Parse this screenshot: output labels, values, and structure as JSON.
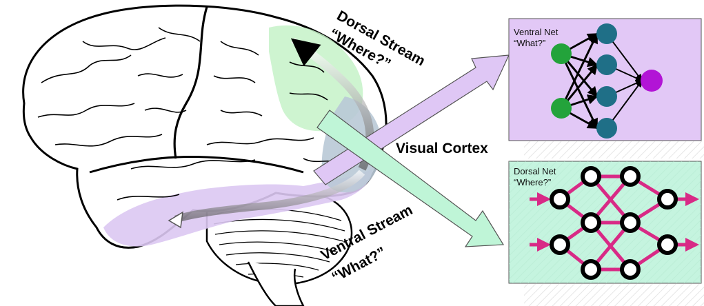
{
  "labels": {
    "dorsal_stream_title": "Dorsal Stream",
    "dorsal_stream_question": "“Where?”",
    "ventral_stream_title": "Ventral Stream",
    "ventral_stream_question": "“What?”",
    "visual_cortex": "Visual Cortex"
  },
  "ventral_net": {
    "title": "Ventral Net",
    "question": "“What?”",
    "background_color": "#e2c8f6",
    "input_color": "#23a33b",
    "hidden_color": "#1f6f87",
    "output_color": "#b214d6"
  },
  "dorsal_net": {
    "title": "Dorsal Net",
    "question": "“Where?”",
    "background_color": "#c5f4df",
    "edge_color": "#d82a86",
    "node_fill": "#ffffff",
    "node_stroke": "#000000"
  },
  "colors": {
    "dorsal_region": "#c6f2c8",
    "ventral_region": "#dcc8f2",
    "dorsal_arrow": "#bff5d7",
    "ventral_arrow": "#dfc7f5",
    "cortex_region": "#b9c9d6"
  }
}
